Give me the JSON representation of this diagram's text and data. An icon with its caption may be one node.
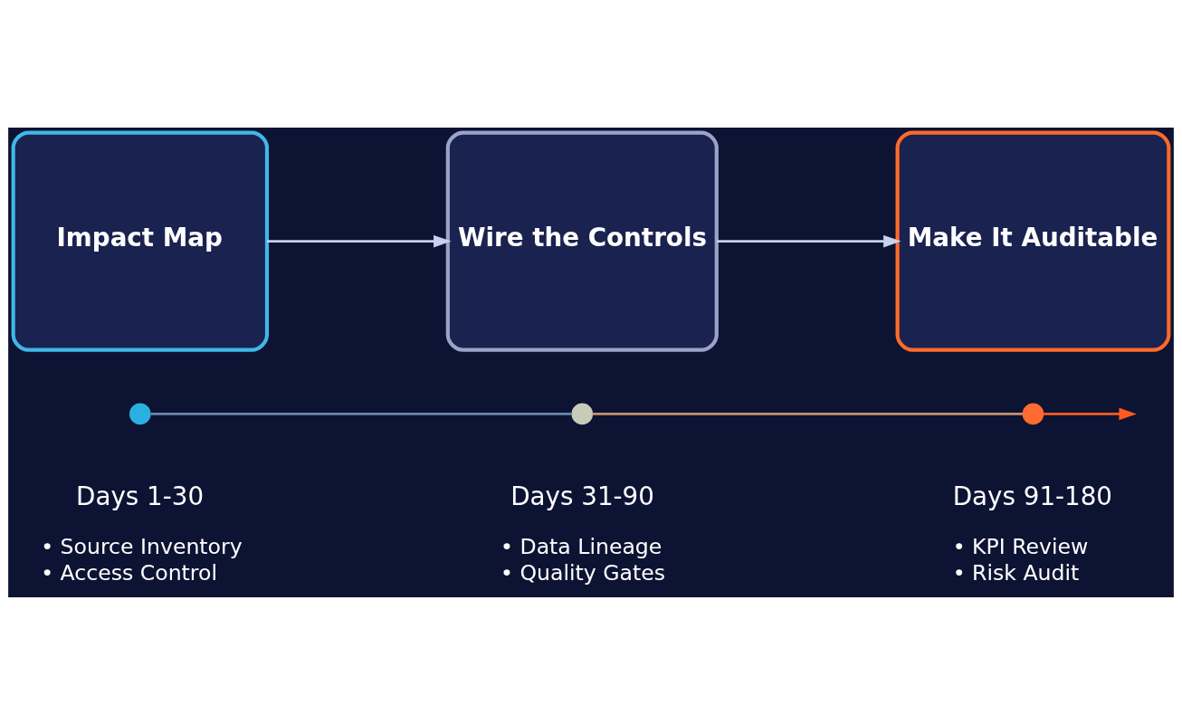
{
  "diagram": {
    "nodes": [
      {
        "text": [
          "Impact Map"
        ]
      },
      {
        "text": [
          "Wire the Controls"
        ]
      },
      {
        "text": [
          "Make It Auditable"
        ]
      },
      {
        "text": [],
        "shape": "circle",
        "beside": [
          "Days 1-30",
          "• Source Inventory",
          "• Access Control"
        ]
      },
      {
        "text": [],
        "shape": "circle",
        "beside": [
          "Days 31-90",
          "• Data Lineage",
          "• Quality Gates"
        ]
      },
      {
        "text": [],
        "shape": "circle",
        "beside": [
          "Days 91-180",
          "• KPI Review",
          "• Risk Audit"
        ]
      }
    ],
    "edges": [
      {
        "from": 0,
        "to": 1,
        "arrow": "to"
      },
      {
        "from": 1,
        "to": 2,
        "arrow": "to"
      },
      {
        "from": 3,
        "to": 4,
        "arrow": "none",
        "color": "#6a86a8"
      },
      {
        "from": 4,
        "to": 5,
        "arrow": "none",
        "color": "#c89070"
      },
      {
        "from": 5,
        "to": null,
        "arrow": "to",
        "color": "#ff5a1f"
      }
    ]
  }
}
